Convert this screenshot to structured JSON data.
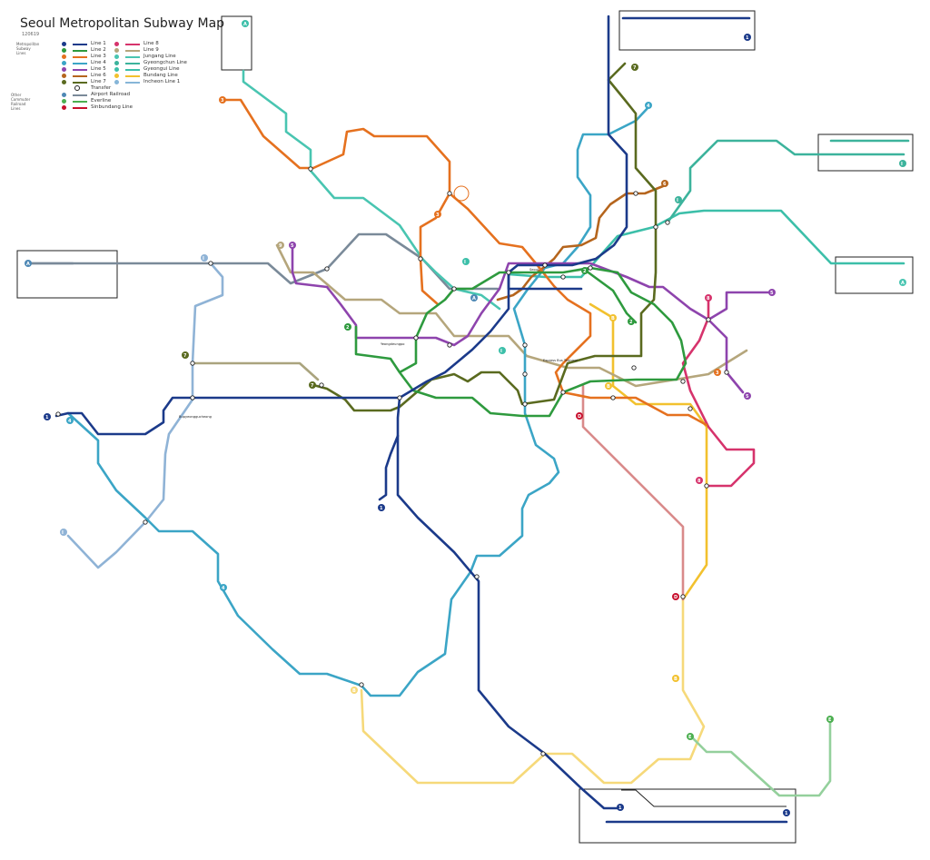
{
  "map": {
    "title": "Seoul Metropolitan Subway Map",
    "subtitle": "120619",
    "legend": {
      "metro_heading": "Metropolitan Subway Lines",
      "other_heading": "Other Commuter Railroad Lines",
      "transfer_label": "Transfer",
      "lines": [
        {
          "name": "Line 1",
          "color": "#1b3a8a"
        },
        {
          "name": "Line 2",
          "color": "#2e9a3e"
        },
        {
          "name": "Line 3",
          "color": "#e5711f"
        },
        {
          "name": "Line 4",
          "color": "#3ba5c6"
        },
        {
          "name": "Line 5",
          "color": "#8e44ad"
        },
        {
          "name": "Line 6",
          "color": "#b5651d"
        },
        {
          "name": "Line 7",
          "color": "#5a6a1f"
        },
        {
          "name": "Line 8",
          "color": "#d6336c"
        },
        {
          "name": "Line 9",
          "color": "#b5a67c"
        },
        {
          "name": "Jungang Line",
          "color": "#49c5b1"
        },
        {
          "name": "Gyeongchun Line",
          "color": "#3cb39c"
        },
        {
          "name": "Gyeongui Line",
          "color": "#3cbfa9"
        },
        {
          "name": "Bundang Line",
          "color": "#f2c12e"
        },
        {
          "name": "Incheon Line 1",
          "color": "#86b6d8"
        }
      ],
      "other_lines": [
        {
          "name": "Airport Railroad",
          "color": "#4e88b5"
        },
        {
          "name": "Everline",
          "color": "#4caf50"
        },
        {
          "name": "Sinbundang Line",
          "color": "#c8102e"
        }
      ]
    },
    "badges": [
      "1",
      "2",
      "3",
      "4",
      "5",
      "6",
      "7",
      "8",
      "9",
      "A",
      "I",
      "B",
      "E",
      "D",
      "K"
    ],
    "places": [
      "Bupyeonggucheong",
      "Yeongdeungpo",
      "Express Bus Terminal",
      "Seoul"
    ],
    "colors": {
      "line1": "#1b3a8a",
      "line2": "#2e9a3e",
      "line3": "#e5711f",
      "line4": "#3ba5c6",
      "line5": "#8e44ad",
      "line6": "#b5651d",
      "line7": "#5a6a1f",
      "line8": "#d6336c",
      "line9": "#b5a67c",
      "jungang": "#49c5b1",
      "gyeongchun": "#3cb39c",
      "gyeongui": "#3cbfa9",
      "bundang": "#f2c12e",
      "incheon": "#86b6d8",
      "airport": "#7a8a99",
      "everline": "#94d09c",
      "sinbundang": "#d98a8a",
      "suin": "#f6d97a"
    }
  }
}
